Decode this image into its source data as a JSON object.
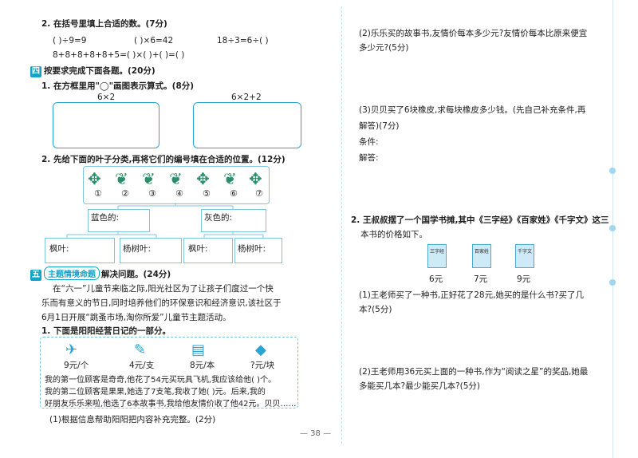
{
  "left": {
    "q2_title": "2. 在括号里填上合适的数。(7分)",
    "q2_row1": [
      "(     )÷9=9",
      "(     )×6=42",
      "18÷3=6÷(     )"
    ],
    "q2_row2": "8+8+8+8+8+5=(     )×(     )+(     )=(     )",
    "sec4_num": "四",
    "sec4_title": "按要求完成下面各题。(20分)",
    "sec4_q1": "1. 在方框里用\"◯\"画图表示算式。(8分)",
    "expr1": "6×2",
    "expr2": "6×2+2",
    "sec4_q2": "2. 先给下面的叶子分类,再将它们的编号填在合适的位置。(12分)",
    "leaf_icons": [
      "maple-leaf",
      "poplar-leaf",
      "poplar-leaf",
      "poplar-leaf",
      "maple-leaf",
      "poplar-leaf",
      "maple-leaf"
    ],
    "leaf_numbers": [
      "①",
      "②",
      "③",
      "④",
      "⑤",
      "⑥",
      "⑦"
    ],
    "blue_label": "蓝色的:",
    "gray_label": "灰色的:",
    "maple_label": "枫叶:",
    "poplar_label": "杨树叶:",
    "sec5_num": "五",
    "sec5_tag": "主题情境命题",
    "sec5_title": "解决问题。(24分)",
    "story_lines": [
      "在“六一”儿童节来临之际,阳光社区为了让孩子们度过一个快",
      "乐而有意义的节日,同时培养他们的环保意识和经济意识,该社区于",
      "6月1日开展“跳蚤市场,淘你所爱”儿童节主题活动。"
    ],
    "q1_intro": "1. 下面是阳阳经营日记的一部分。",
    "goods": [
      {
        "icon": "airplane-toy-icon",
        "price": "9元/个"
      },
      {
        "icon": "pens-icon",
        "price": "4元/支"
      },
      {
        "icon": "books-icon",
        "price": "8元/本"
      },
      {
        "icon": "blocks-icon",
        "price": "?元/块"
      }
    ],
    "diary_lines": [
      "我的第一位顾客是奇奇,他花了54元买玩具飞机,我应该给他(     )个。",
      "我的第二位顾客是果果,她选了7支笔,我收了她(     )元。后来,我的",
      "好朋友乐乐来啦,他选了6本故事书,我给他友情价收了他42元。贝贝……"
    ],
    "q1_sub1": "(1)根据信息帮助阳阳把内容补充完整。(2分)"
  },
  "right": {
    "q2_lines": [
      "(2)乐乐买的故事书,友情价每本多少元?友情价每本比原来便宜",
      "多少元?(5分)"
    ],
    "q3_lines": [
      "(3)贝贝买了6块橡皮,求每块橡皮多少钱。(先自己补充条件,再",
      "解答)(7分)"
    ],
    "condition_label": "条件:",
    "answer_label": "解答:",
    "p2_lines": [
      "2. 王叔叔摆了一个国学书摊,其中《三字经》《百家姓》《千字文》这三",
      "本书的价格如下。"
    ],
    "books": [
      {
        "title": "三字经",
        "price": "6元"
      },
      {
        "title": "百家姓",
        "price": "7元"
      },
      {
        "title": "千字文",
        "price": "9元"
      }
    ],
    "p2_q1_lines": [
      "(1)王老师买了一种书,正好花了28元,她买的是什么书?买了几",
      "本?(5分)"
    ],
    "p2_q2_lines": [
      "(2)王老师用36元买上面的一种书,作为“阅读之星”的奖品,她最",
      "多能买几本?最少能买几本?(5分)"
    ]
  },
  "page_number": "— 38 —"
}
